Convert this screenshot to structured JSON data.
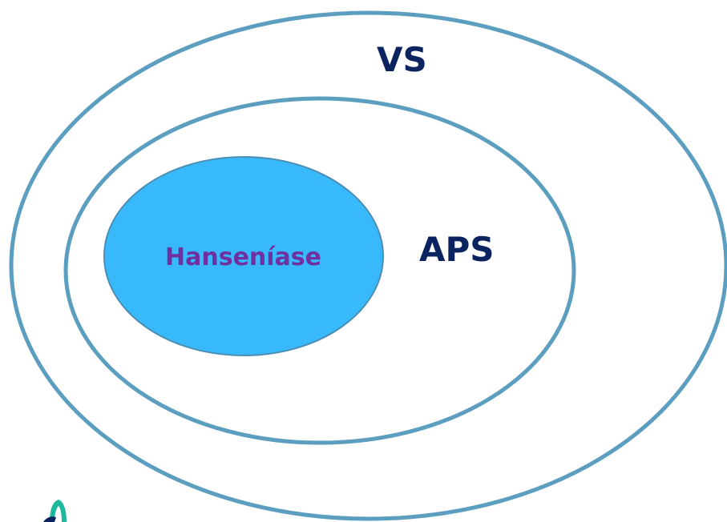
{
  "diagram": {
    "outer_set": {
      "label": "VS"
    },
    "middle_set": {
      "label": "APS"
    },
    "inner_set": {
      "label": "Hanseníase"
    }
  },
  "colors": {
    "ring_stroke": "#5b9ec0",
    "inner_fill": "#38b9fb",
    "inner_stroke": "#4a8eb4",
    "label_dark": "#0b2460",
    "label_inner": "#7030a0",
    "logo_teal": "#1eb89c",
    "logo_navy": "#0b2460"
  },
  "logo": {
    "icon": "logo-icon"
  }
}
